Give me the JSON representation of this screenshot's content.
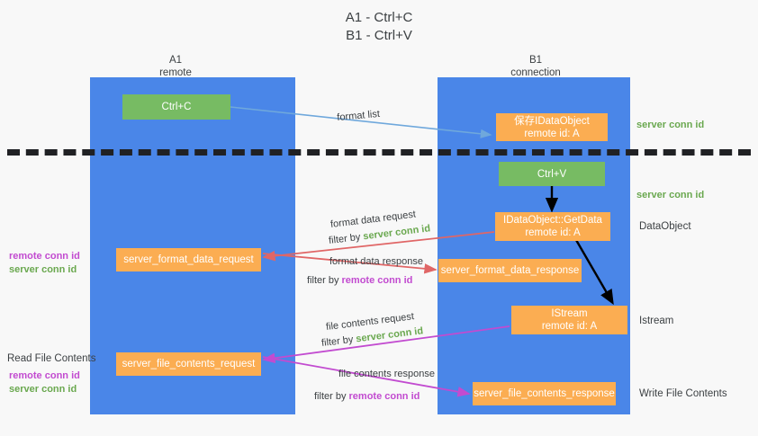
{
  "title": {
    "line1": "A1 - Ctrl+C",
    "line2": "B1 - Ctrl+V"
  },
  "columns": [
    {
      "name": "A1",
      "sub": "remote"
    },
    {
      "name": "B1",
      "sub": "connection"
    }
  ],
  "colors": {
    "lane": "#4a86e8",
    "green_box": "#77bb63",
    "orange_box": "#fbad52",
    "green_text": "#6aa84f",
    "magenta_text": "#c24bd0",
    "blue_arrow": "#6fa8dc",
    "red_arrow": "#e06666",
    "magenta_arrow": "#c24bd0",
    "black_arrow": "#000000",
    "background": "#f8f8f8"
  },
  "boxes": {
    "ctrl_c": "Ctrl+C",
    "ctrl_v": "Ctrl+V",
    "save_dataobject_l1": "保存IDataObject",
    "save_dataobject_l2": "remote id: A",
    "getdata_l1": "IDataObject::GetData",
    "getdata_l2": "remote id: A",
    "istream_l1": "IStream",
    "istream_l2": "remote id: A",
    "server_format_data_request": "server_format_data_request",
    "server_format_data_response": "server_format_data_response",
    "server_file_contents_request": "server_file_contents_request",
    "server_file_contents_response": "server_file_contents_response"
  },
  "arrow_labels": {
    "format_list": "format list",
    "format_data_request": "format data request",
    "format_data_request_filter_prefix": "filter by ",
    "format_data_request_filter_key": "server conn id",
    "format_data_response": "format data response",
    "format_data_response_filter_prefix": "filter by ",
    "format_data_response_filter_key": "remote conn id",
    "file_contents_request": "file contents request",
    "file_contents_request_filter_prefix": "filter by ",
    "file_contents_request_filter_key": "server conn id",
    "file_contents_response": "file contents response",
    "file_contents_response_filter_prefix": "filter by ",
    "file_contents_response_filter_key": "remote conn id"
  },
  "right_annotations": {
    "server_conn_id_top": "server conn id",
    "server_conn_id_mid": "server conn id",
    "dataobject": "DataObject",
    "istream": "Istream",
    "write_file_contents": "Write File Contents"
  },
  "left_annotations": {
    "mid_remote": "remote conn id",
    "mid_server": "server conn id",
    "read_file_contents": "Read File Contents",
    "bottom_remote": "remote conn id",
    "bottom_server": "server conn id"
  }
}
